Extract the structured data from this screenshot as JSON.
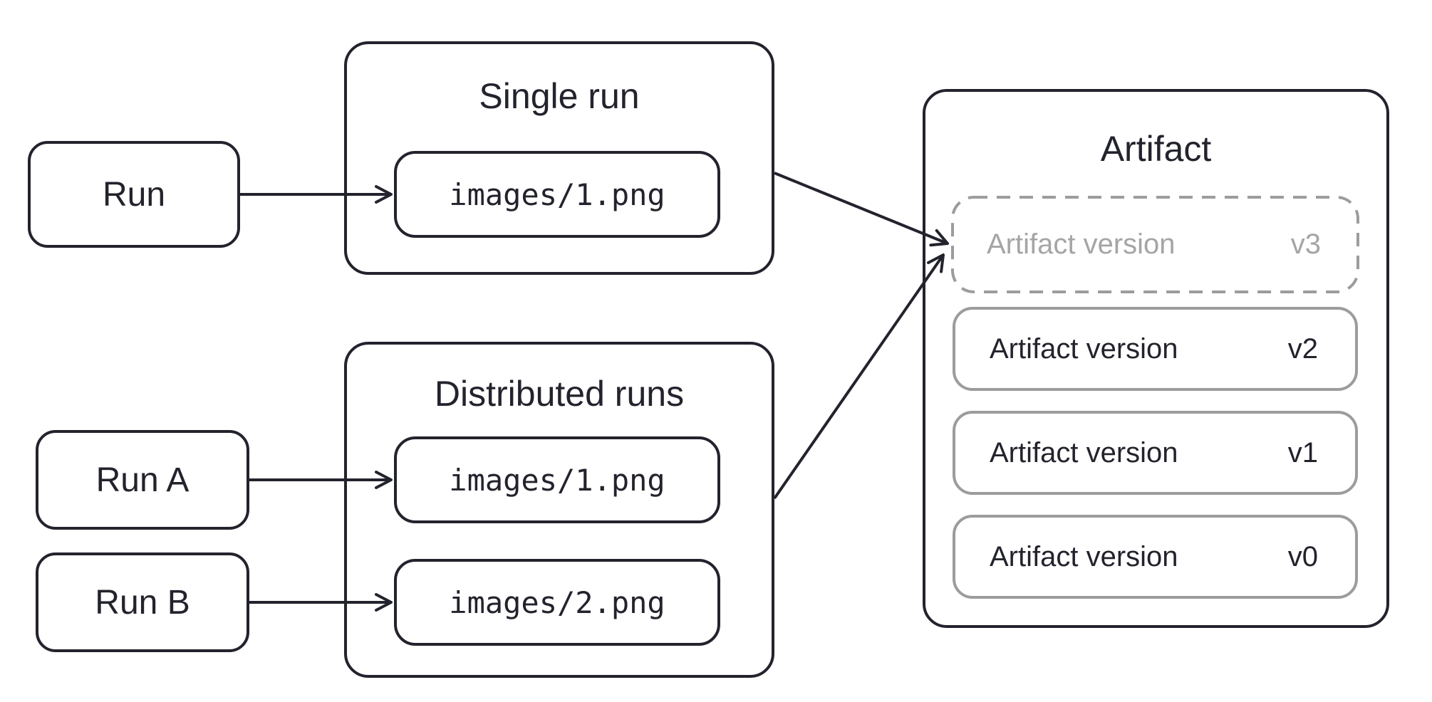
{
  "diagram": {
    "colors": {
      "background": "#ffffff",
      "stroke_dark": "#23232d",
      "stroke_gray": "#9c9c9c",
      "text_dark": "#23232d",
      "text_gray": "#a5a5a5"
    },
    "run_node": {
      "label": "Run"
    },
    "run_a_node": {
      "label": "Run A"
    },
    "run_b_node": {
      "label": "Run B"
    },
    "single_run_group": {
      "title": "Single run",
      "file_node": {
        "label": "images/1.png"
      }
    },
    "distributed_group": {
      "title": "Distributed runs",
      "file_nodes": [
        {
          "label": "images/1.png"
        },
        {
          "label": "images/2.png"
        }
      ]
    },
    "artifact_group": {
      "title": "Artifact",
      "versions": [
        {
          "label": "Artifact version",
          "version": "v3",
          "appearance": "dashed-gray"
        },
        {
          "label": "Artifact version",
          "version": "v2",
          "appearance": "solid"
        },
        {
          "label": "Artifact version",
          "version": "v1",
          "appearance": "solid"
        },
        {
          "label": "Artifact version",
          "version": "v0",
          "appearance": "solid"
        }
      ]
    }
  }
}
